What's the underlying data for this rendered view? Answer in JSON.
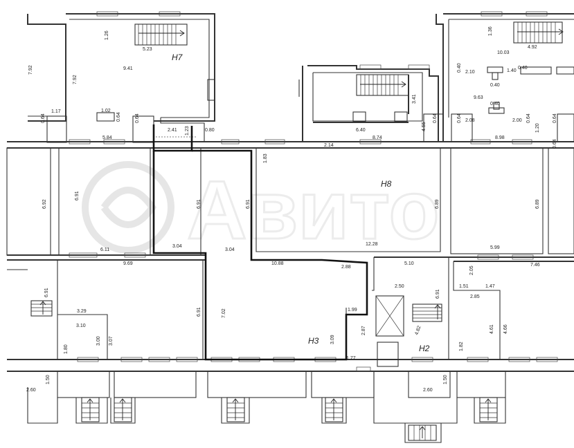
{
  "room_labels": {
    "h7": "Н7",
    "h8": "Н8",
    "h3": "Н3",
    "h2": "Н2"
  },
  "dimensions": {
    "d_126": "1.26",
    "d_523": "5.23",
    "d_792a": "7.92",
    "d_792b": "7.92",
    "d_941": "9.41",
    "d_117": "1.17",
    "d_064a": "0.64",
    "d_102": "1.02",
    "d_064b": "0.64",
    "d_064c": "0.64",
    "d_584": "5.84",
    "d_241": "2.41",
    "d_123": "1.23",
    "d_080": "0.80",
    "d_136": "1.36",
    "d_1003": "10.03",
    "d_492": "4.92",
    "d_040a": "0.40",
    "d_210": "2.10",
    "d_140": "1.40",
    "d_040b": "0.40",
    "d_040c": "0.40",
    "d_963": "9.63",
    "d_040d": "0.40",
    "d_064d": "0.64",
    "d_208": "2.08",
    "d_200": "2.00",
    "d_064e": "0.64",
    "d_120": "1.20",
    "d_064f": "0.64",
    "d_341": "3.41",
    "d_640": "6.40",
    "d_455": "4.55",
    "d_064g": "0.64",
    "d_214": "2.14",
    "d_874": "8.74",
    "d_898": "8.98",
    "d_064h": "0.64",
    "d_183": "1.83",
    "d_692": "6.92",
    "d_691a": "6.91",
    "d_611": "6.11",
    "d_691b": "6.91",
    "d_304a": "3.04",
    "d_691c": "6.91",
    "d_304b": "3.04",
    "d_689a": "6.89",
    "d_1228": "12.28",
    "d_689b": "6.89",
    "d_599": "5.99",
    "d_969": "9.69",
    "d_1088": "10.88",
    "d_288": "2.88",
    "d_510": "5.10",
    "d_205": "2.05",
    "d_746": "7.46",
    "d_691d": "6.91",
    "d_329": "3.29",
    "d_310": "3.10",
    "d_300": "3.00",
    "d_307": "3.07",
    "d_180": "1.80",
    "d_691e": "6.91",
    "d_702": "7.02",
    "d_199": "1.99",
    "d_287": "2.87",
    "d_309": "3.09",
    "d_177": "1.77",
    "d_250": "2.50",
    "d_691f": "6.91",
    "d_482": "4.82",
    "d_151": "1.51",
    "d_147": "1.47",
    "d_285": "2.85",
    "d_461": "4.61",
    "d_466": "4.66",
    "d_182": "1.82",
    "d_150a": "1.50",
    "d_260a": "2.60",
    "d_150b": "1.50",
    "d_260b": "2.60"
  }
}
